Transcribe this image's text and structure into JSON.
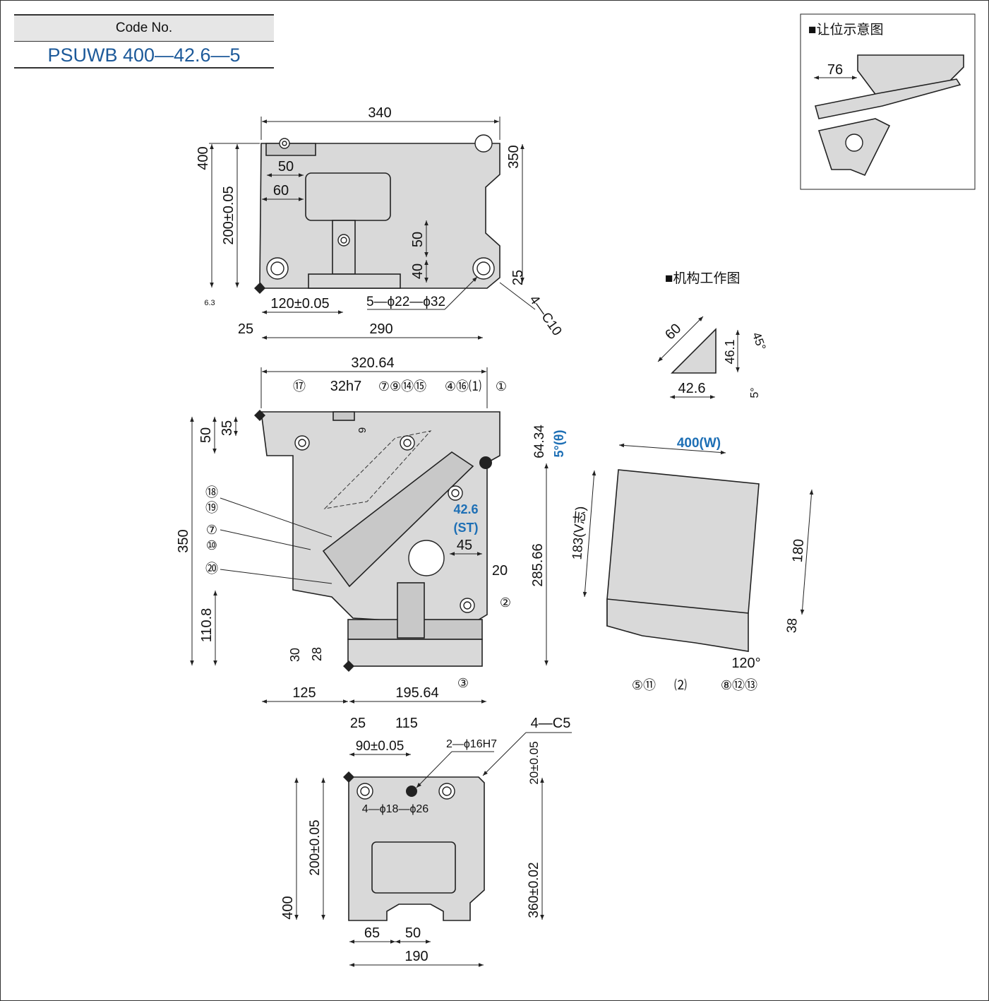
{
  "code": {
    "label": "Code No.",
    "value": "PSUWB 400—42.6—5"
  },
  "clearance_title": "■让位示意图",
  "clearance_dim": "76",
  "mechanism_title": "■机构工作图",
  "mechanism_dims": {
    "d60": "60",
    "d461": "46.1",
    "d45": "45°",
    "d426": "42.6",
    "d5": "5°"
  },
  "top_view": {
    "d340": "340",
    "d400": "400",
    "d200": "200±0.05",
    "d350": "350",
    "d50a": "50",
    "d60": "60",
    "d50b": "50",
    "d40": "40",
    "d25r": "25",
    "d120": "120±0.05",
    "holes": "5—ϕ22—ϕ32",
    "chamfer": "4—C10",
    "d25": "25",
    "d290": "290",
    "rough": "6.3"
  },
  "front_view": {
    "d32064": "320.64",
    "fit": "32h7",
    "d9": "9",
    "d35": "35",
    "d50": "50",
    "d6434": "64.34",
    "angle": "5°(θ)",
    "st": "42.6",
    "st_label": "(ST)",
    "d45": "45",
    "d20": "20",
    "d350": "350",
    "d28566": "285.66",
    "d1108": "110.8",
    "d30": "30",
    "d28": "28",
    "d125": "125",
    "d19564": "195.64",
    "callouts_a": "⑦⑨⑭⑮",
    "callouts_b": "④⑯⑴",
    "c1": "①",
    "c2": "②",
    "c3": "③",
    "c17": "⑰",
    "c18": "⑱",
    "c19": "⑲",
    "c7": "⑦",
    "c10": "⑩",
    "c20": "⑳"
  },
  "bottom_view": {
    "d25": "25",
    "d115": "115",
    "chamfer": "4—C5",
    "d90": "90±0.05",
    "pins": "2—ϕ16H7",
    "holes": "4—ϕ18—ϕ26",
    "d20": "20±0.05",
    "d200": "200±0.05",
    "d360": "360±0.02",
    "d400": "400",
    "d65": "65",
    "d50": "50",
    "d190": "190"
  },
  "side_view": {
    "width": "400(W)",
    "d183": "183(V志)",
    "d180": "180",
    "d38": "38",
    "d120": "120°",
    "c5_11": "⑤⑪",
    "c22": "⑵",
    "c8_12_13": "⑧⑫⑬"
  }
}
